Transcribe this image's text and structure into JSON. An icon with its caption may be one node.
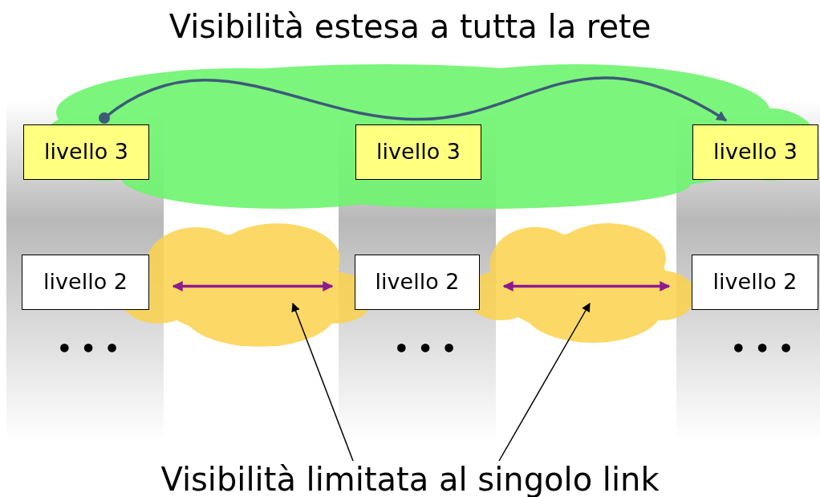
{
  "diagram": {
    "title": "Visibilità estesa a tutta la rete",
    "nodes": [
      {
        "text": [
          "livello 3"
        ]
      },
      {
        "text": [
          "livello 3"
        ]
      },
      {
        "text": [
          "livello 3"
        ]
      },
      {
        "text": [
          "livello 2"
        ]
      },
      {
        "text": [
          "livello 2"
        ]
      },
      {
        "text": [
          "livello 2"
        ]
      },
      {
        "text": [
          "Visibilità limitata al singolo link"
        ]
      }
    ],
    "edges": [
      {
        "from": 0,
        "to": 2,
        "arrow": "to",
        "color": "#3d5a78"
      },
      {
        "from": 3,
        "to": 4,
        "arrow": "both",
        "color": "#8e1b8e"
      },
      {
        "from": 4,
        "to": 5,
        "arrow": "both",
        "color": "#8e1b8e"
      },
      {
        "from": 6,
        "to": null,
        "arrow": "to",
        "color": "#000000"
      },
      {
        "from": 6,
        "to": null,
        "arrow": "to",
        "color": "#000000"
      }
    ],
    "labels": [
      "• • •",
      "• • •",
      "• • •"
    ]
  }
}
